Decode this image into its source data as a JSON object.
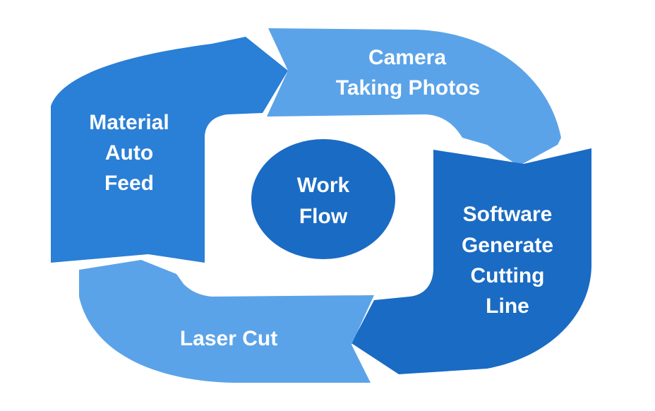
{
  "colors": {
    "background": "#ffffff",
    "feed_arrow": "#2a7fd6",
    "camera_arrow": "#5ba3e8",
    "software_arrow": "#1a6bc4",
    "laser_arrow": "#5ba3e8",
    "center_circle": "#1a6bc4",
    "text": "#ffffff"
  },
  "center": {
    "line1": "Work",
    "line2": "Flow"
  },
  "steps": {
    "material_auto_feed": {
      "line1": "Material",
      "line2": "Auto",
      "line3": "Feed"
    },
    "camera_taking_photos": {
      "line1": "Camera",
      "line2": "Taking Photos"
    },
    "software_generate_cutting_line": {
      "line1": "Software",
      "line2": "Generate",
      "line3": "Cutting",
      "line4": "Line"
    },
    "laser_cut": {
      "line1": "Laser Cut"
    }
  }
}
